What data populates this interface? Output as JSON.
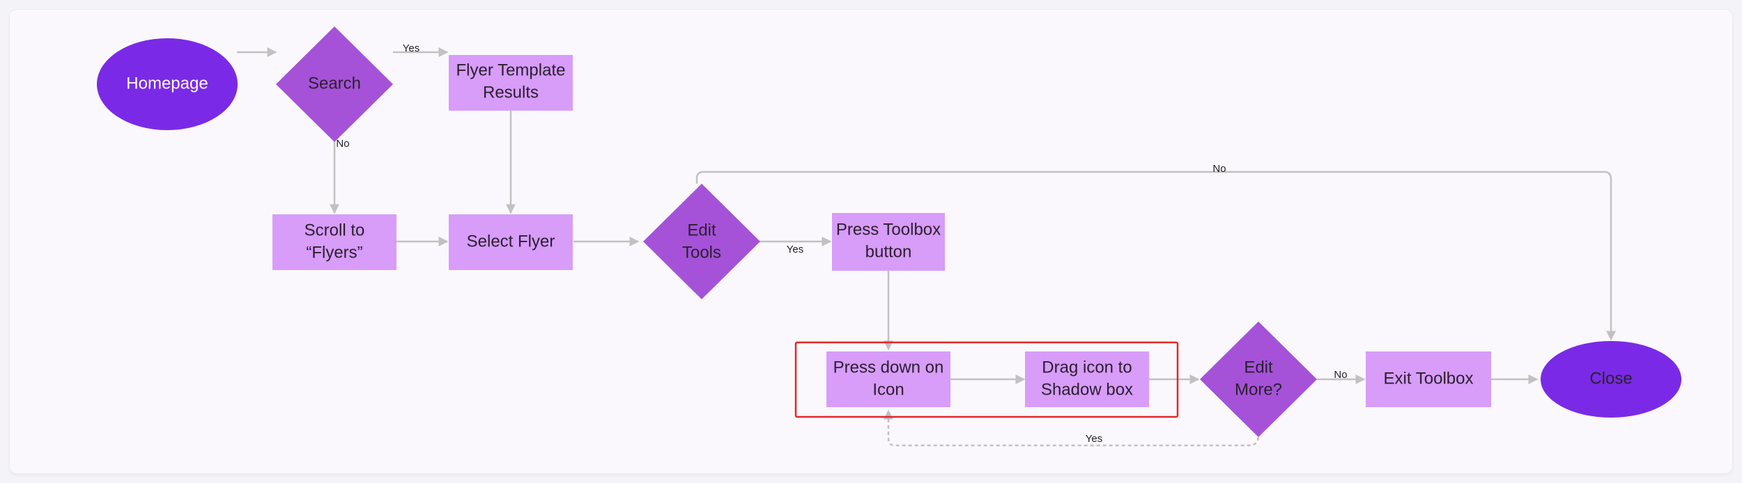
{
  "colors": {
    "terminal": "#7a2ae6",
    "decision": "#a552d8",
    "process": "#d89cf9",
    "connector": "#c1c1c1",
    "highlight": "#e02828",
    "terminal_text": "#ffffff",
    "node_text": "#2a2030"
  },
  "nodes": {
    "homepage": {
      "label": "Homepage"
    },
    "search": {
      "label": "Search"
    },
    "flyer_template_results": {
      "label_line1": "Flyer Template",
      "label_line2": "Results"
    },
    "scroll_to_flyers": {
      "label_line1": "Scroll to",
      "label_line2": "“Flyers”"
    },
    "select_flyer": {
      "label": "Select Flyer"
    },
    "edit_tools": {
      "label_line1": "Edit",
      "label_line2": "Tools"
    },
    "press_toolbox_button": {
      "label_line1": "Press Toolbox",
      "label_line2": "button"
    },
    "press_down_on_icon": {
      "label_line1": "Press down on",
      "label_line2": "Icon"
    },
    "drag_icon_to_shadow_box": {
      "label_line1": "Drag icon to",
      "label_line2": "Shadow box"
    },
    "edit_more": {
      "label_line1": "Edit",
      "label_line2": "More?"
    },
    "exit_toolbox": {
      "label": "Exit Toolbox"
    },
    "close": {
      "label": "Close"
    }
  },
  "edges": {
    "search_yes": "Yes",
    "search_no": "No",
    "edit_tools_yes": "Yes",
    "edit_tools_no": "No",
    "edit_more_no": "No",
    "edit_more_yes": "Yes"
  }
}
